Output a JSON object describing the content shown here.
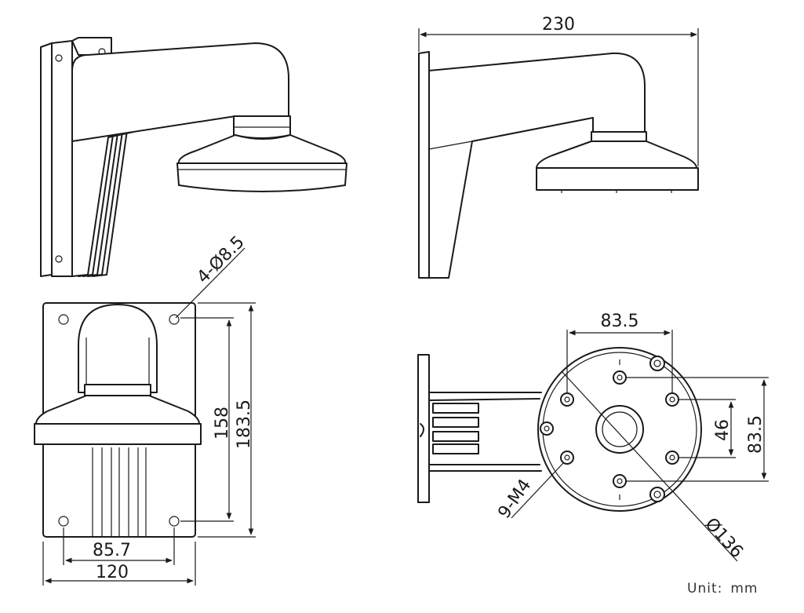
{
  "dimensions": {
    "overall_length": "230",
    "hole_spec": "4-Ø8.5",
    "vertical_hole_spacing": "158",
    "plate_height": "183.5",
    "horizontal_hole_spacing": "85.7",
    "plate_width": "120",
    "ring_hole_spacing_h": "83.5",
    "ring_hole_spacing_v": "83.5",
    "inner_hole_spacing": "46",
    "thread_spec": "9-M4",
    "ring_diameter": "Ø136"
  },
  "unit": {
    "label": "Unit:",
    "value": "mm"
  }
}
